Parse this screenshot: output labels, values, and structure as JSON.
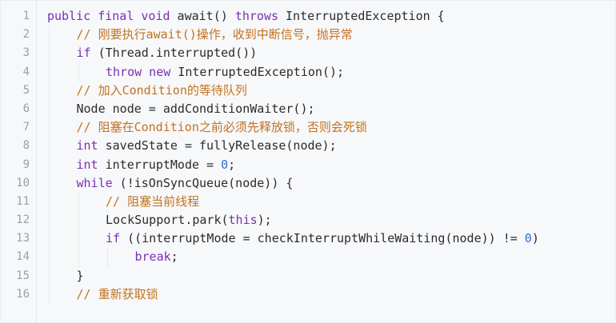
{
  "code_block": {
    "lines": [
      {
        "n": "1",
        "indent": 0,
        "tokens": [
          {
            "t": "kw",
            "v": "public final void"
          },
          {
            "t": "plain",
            "v": " await() "
          },
          {
            "t": "kw",
            "v": "throws"
          },
          {
            "t": "plain",
            "v": " InterruptedException {"
          }
        ]
      },
      {
        "n": "2",
        "indent": 1,
        "tokens": [
          {
            "t": "cmt",
            "v": "// 刚要执行await()操作，收到中断信号，抛异常"
          }
        ]
      },
      {
        "n": "3",
        "indent": 1,
        "tokens": [
          {
            "t": "kw",
            "v": "if"
          },
          {
            "t": "plain",
            "v": " (Thread.interrupted())"
          }
        ]
      },
      {
        "n": "4",
        "indent": 2,
        "tokens": [
          {
            "t": "kw",
            "v": "throw new"
          },
          {
            "t": "plain",
            "v": " InterruptedException();"
          }
        ]
      },
      {
        "n": "5",
        "indent": 1,
        "tokens": [
          {
            "t": "cmt",
            "v": "// 加入Condition的等待队列"
          }
        ]
      },
      {
        "n": "6",
        "indent": 1,
        "tokens": [
          {
            "t": "plain",
            "v": "Node node = addConditionWaiter();"
          }
        ]
      },
      {
        "n": "7",
        "indent": 1,
        "tokens": [
          {
            "t": "cmt",
            "v": "// 阻塞在Condition之前必须先释放锁，否则会死锁"
          }
        ]
      },
      {
        "n": "8",
        "indent": 1,
        "tokens": [
          {
            "t": "kw",
            "v": "int"
          },
          {
            "t": "plain",
            "v": " savedState = fullyRelease(node);"
          }
        ]
      },
      {
        "n": "9",
        "indent": 1,
        "tokens": [
          {
            "t": "kw",
            "v": "int"
          },
          {
            "t": "plain",
            "v": " interruptMode = "
          },
          {
            "t": "num",
            "v": "0"
          },
          {
            "t": "plain",
            "v": ";"
          }
        ]
      },
      {
        "n": "10",
        "indent": 1,
        "tokens": [
          {
            "t": "kw",
            "v": "while"
          },
          {
            "t": "plain",
            "v": " (!isOnSyncQueue(node)) {"
          }
        ]
      },
      {
        "n": "11",
        "indent": 2,
        "tokens": [
          {
            "t": "cmt",
            "v": "// 阻塞当前线程"
          }
        ]
      },
      {
        "n": "12",
        "indent": 2,
        "tokens": [
          {
            "t": "plain",
            "v": "LockSupport.park("
          },
          {
            "t": "kw",
            "v": "this"
          },
          {
            "t": "plain",
            "v": ");"
          }
        ]
      },
      {
        "n": "13",
        "indent": 2,
        "tokens": [
          {
            "t": "kw",
            "v": "if"
          },
          {
            "t": "plain",
            "v": " ((interruptMode = checkInterruptWhileWaiting(node)) != "
          },
          {
            "t": "num",
            "v": "0"
          },
          {
            "t": "plain",
            "v": ")"
          }
        ]
      },
      {
        "n": "14",
        "indent": 3,
        "tokens": [
          {
            "t": "kw",
            "v": "break"
          },
          {
            "t": "plain",
            "v": ";"
          }
        ]
      },
      {
        "n": "15",
        "indent": 1,
        "tokens": [
          {
            "t": "plain",
            "v": "}"
          }
        ]
      },
      {
        "n": "16",
        "indent": 1,
        "tokens": [
          {
            "t": "cmt",
            "v": "// 重新获取锁"
          }
        ]
      }
    ]
  },
  "colors": {
    "keyword": "#7a2fb2",
    "comment": "#c2721f",
    "number": "#2f6fd0",
    "text": "#2b2b2b",
    "line_number": "#9aa0a6",
    "background": "#f7f8fa"
  }
}
